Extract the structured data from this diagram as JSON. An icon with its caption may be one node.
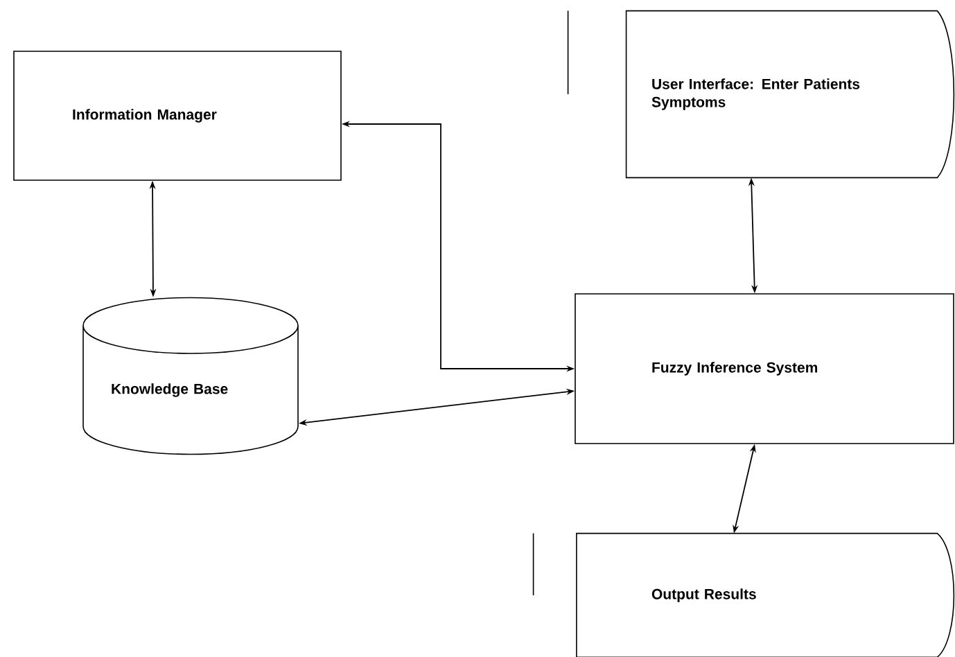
{
  "diagram": {
    "nodes": [
      {
        "text": [
          "Information Manager"
        ]
      },
      {
        "text": [
          "User Interface: Enter Patients Symptoms"
        ]
      },
      {
        "text": [
          "Knowledge Base"
        ]
      },
      {
        "text": [
          "Fuzzy Inference System"
        ]
      },
      {
        "text": [
          "Output Results"
        ]
      }
    ],
    "edges": [
      {
        "from": 0,
        "to": 2,
        "arrow": "both"
      },
      {
        "from": 0,
        "to": 3,
        "arrow": "both"
      },
      {
        "from": 2,
        "to": 3,
        "arrow": "both"
      },
      {
        "from": 1,
        "to": 3,
        "arrow": "both"
      },
      {
        "from": 3,
        "to": 4,
        "arrow": "both"
      }
    ]
  }
}
